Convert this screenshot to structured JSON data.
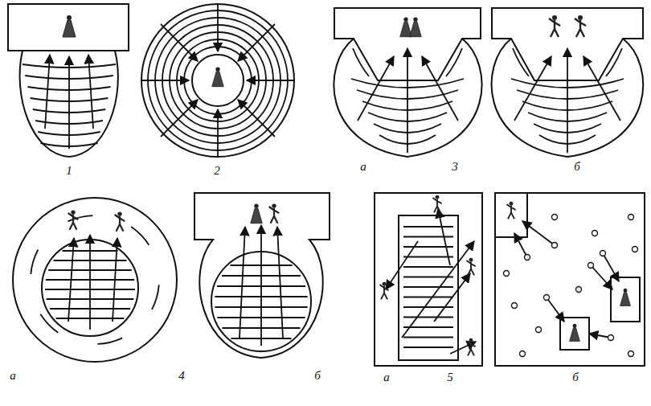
{
  "diagram": {
    "labels": [
      "1",
      "2",
      "а",
      "3",
      "б",
      "а",
      "4",
      "б",
      "а",
      "5",
      "б"
    ]
  }
}
